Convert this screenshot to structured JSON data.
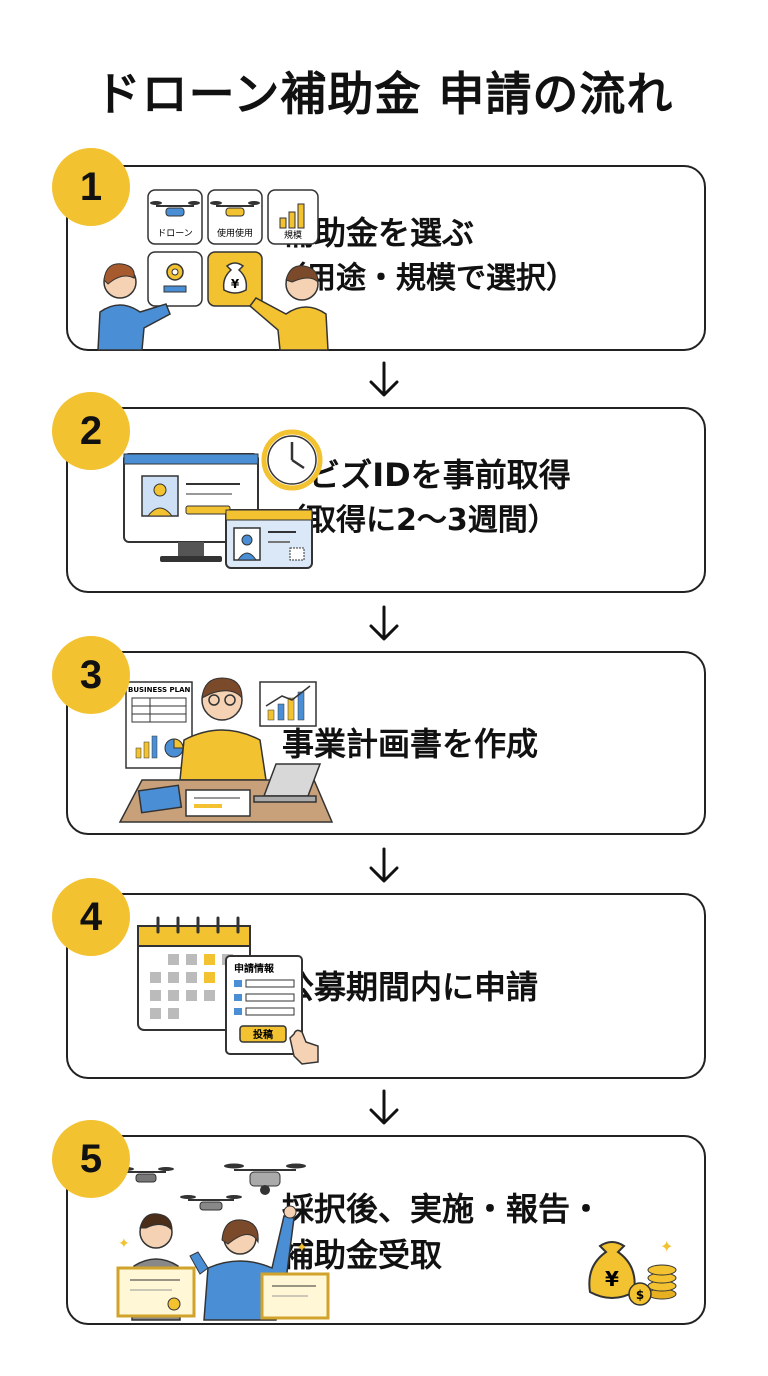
{
  "title": "ドローン補助金 申請の流れ",
  "colors": {
    "accent": "#f2c230",
    "blue": "#4a8fd6",
    "border": "#222222"
  },
  "steps": [
    {
      "number": "1",
      "text": "補助金を選ぶ",
      "subtext": "（用途・規模で選択）",
      "illustration_tiles": [
        "ドローン",
        "使用使用",
        "規模"
      ],
      "money_symbol": "¥"
    },
    {
      "number": "2",
      "text": "GビズIDを事前取得",
      "subtext": "（取得に2〜3週間）"
    },
    {
      "number": "3",
      "text": "事業計画書を作成",
      "subtext": "",
      "doc_label": "BUSINESS PLAN"
    },
    {
      "number": "4",
      "text": "公募期間内に申請",
      "subtext": "",
      "form_title": "申請情報",
      "form_button": "投稿"
    },
    {
      "number": "5",
      "text": "採択後、実施・報告・",
      "subtext": "補助金受取",
      "money_symbol": "¥",
      "coin_symbol": "$"
    }
  ]
}
